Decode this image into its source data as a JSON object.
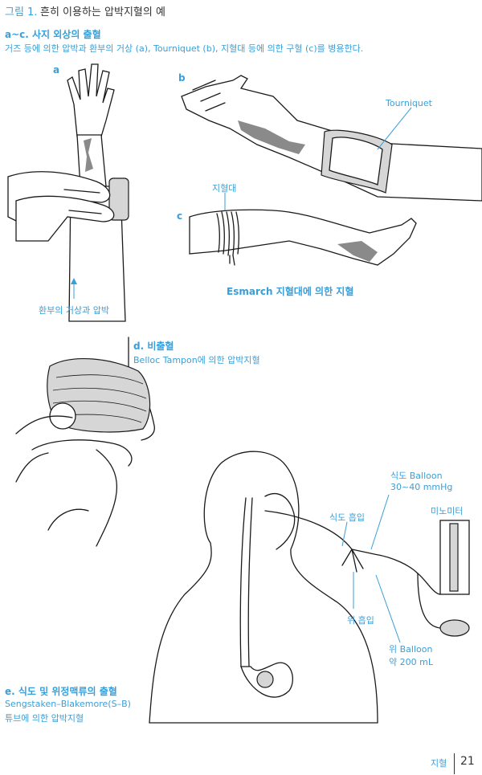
{
  "figure": {
    "number": "그림 1.",
    "title": "흔히 이용하는 압박지혈의 예"
  },
  "section_ac": {
    "title": "a~c. 사지 외상의 출혈",
    "description": "거즈 등에 의한 압박과 환부의 거상 (a), Tourniquet (b), 지혈대 등에 의한 구혈 (c)를 병용한다."
  },
  "panel_a": {
    "letter": "a",
    "caption": "환부의 거상과 압박"
  },
  "panel_b": {
    "letter": "b",
    "callout": "Tourniquet"
  },
  "panel_c": {
    "letter": "c",
    "callout": "지혈대",
    "caption": "Esmarch 지혈대에 의한 지혈"
  },
  "section_d": {
    "title": "d. 비출혈",
    "description": "Belloc Tampon에 의한 압박지혈"
  },
  "section_e": {
    "title": "e. 식도 및 위정맥류의 출혈",
    "description_line1": "Sengstaken–Blakemore(S–B)",
    "description_line2": "튜브에 의한 압박지혈",
    "labels": {
      "esophagus_balloon_line1": "식도 Balloon",
      "esophagus_balloon_line2": "30~40 mmHg",
      "manometer": "미노미터",
      "esophagus_suction": "식도 흡입",
      "stomach_suction": "위 흡입",
      "stomach_balloon_line1": "위 Balloon",
      "stomach_balloon_line2": "약 200 mL"
    }
  },
  "footer": {
    "label": "지혈",
    "page": "21"
  },
  "colors": {
    "accent": "#3a9fd8",
    "ink": "#1a1a1a"
  }
}
